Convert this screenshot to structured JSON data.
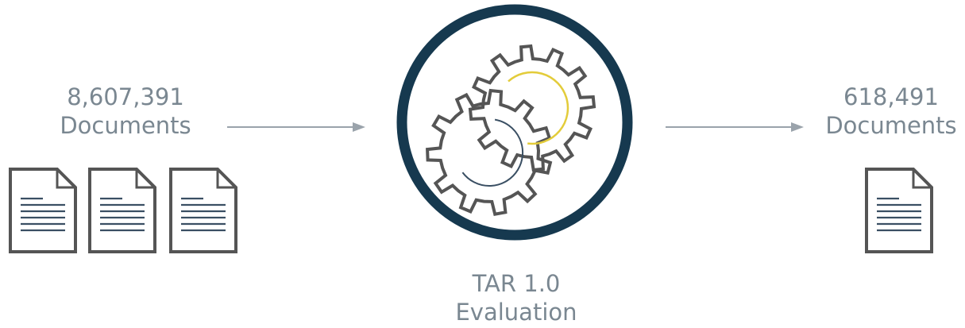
{
  "input": {
    "count": "8,607,391",
    "unit": "Documents",
    "doc_icons": 3
  },
  "process": {
    "line1": "TAR 1.0",
    "line2": "Evaluation",
    "icon": "gears-icon"
  },
  "output": {
    "count": "618,491",
    "unit": "Documents",
    "doc_icons": 1
  },
  "colors": {
    "text": "#7a8791",
    "arrow": "#9aa3ab",
    "doc_outline": "#555555",
    "doc_lines": "#3a4f63",
    "circle": "#16394f",
    "gear_outline": "#555555",
    "gear_accent_yellow": "#e3cc3a",
    "gear_accent_blue": "#3a4f63"
  }
}
